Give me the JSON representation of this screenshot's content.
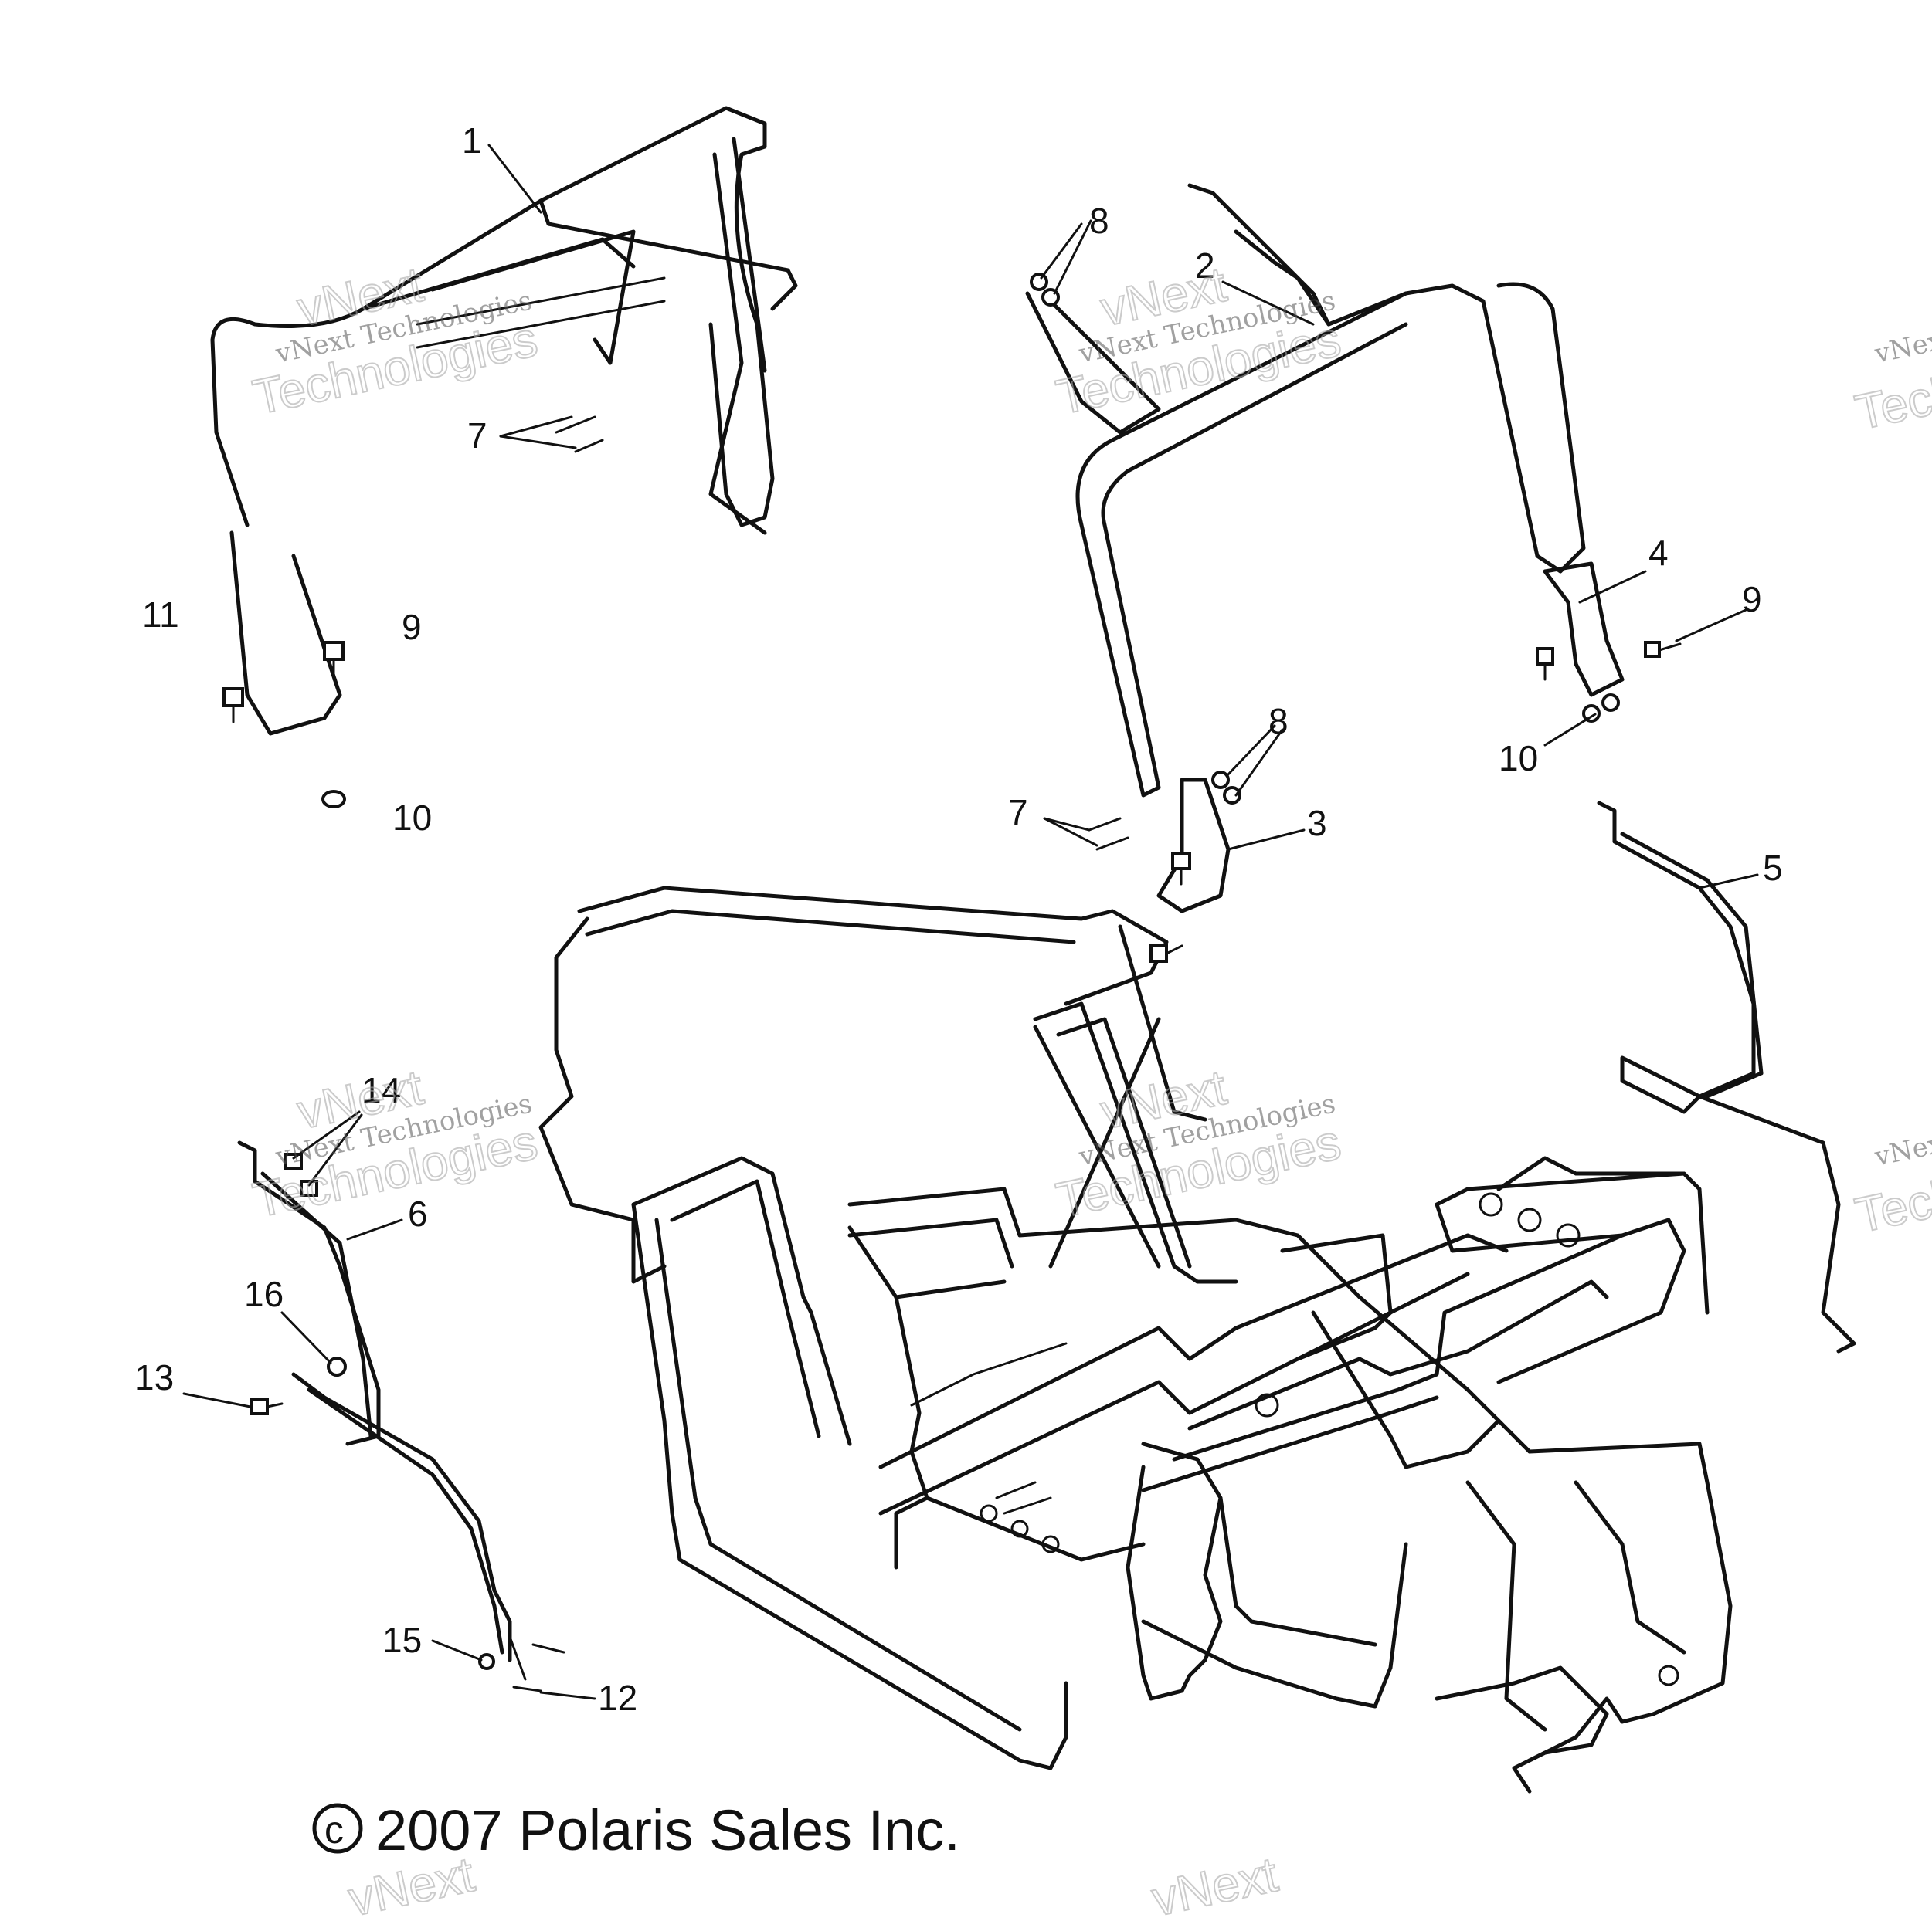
{
  "callouts": [
    "1",
    "2",
    "3",
    "4",
    "5",
    "6",
    "7",
    "7",
    "8",
    "8",
    "9",
    "9",
    "10",
    "10",
    "11",
    "12",
    "13",
    "14",
    "15",
    "16"
  ],
  "watermark": {
    "line1": "vNext Technologies",
    "line2": "Technologies",
    "line3": "vNext"
  },
  "copyright": "2007 Polaris Sales Inc.",
  "copyright_symbol": "c"
}
